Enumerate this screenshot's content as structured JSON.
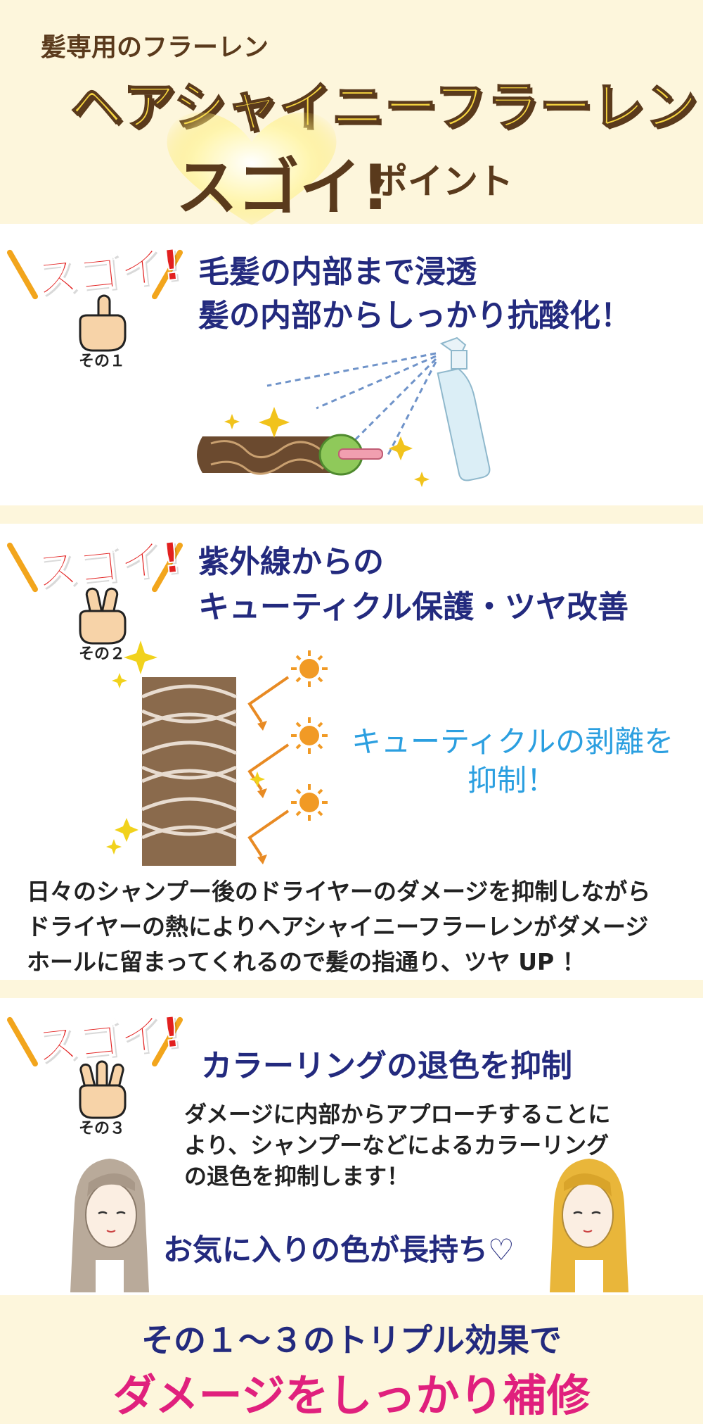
{
  "header": {
    "subtitle": "髪専用のフラーレン",
    "title": "ヘアシャイニーフラーレン",
    "sugoi": "スゴイ!",
    "point": "ポイント"
  },
  "sections": [
    {
      "badge": "スゴイ!",
      "number": "その１",
      "heading": [
        "毛髪の内部まで浸透",
        "髪の内部からしっかり抗酸化！"
      ]
    },
    {
      "badge": "スゴイ!",
      "number": "その２",
      "heading": [
        "紫外線からの",
        "キューティクル保護・ツヤ改善"
      ],
      "callout": [
        "キューティクルの剥離を",
        "抑制！"
      ],
      "body": [
        "日々のシャンプー後のドライヤーのダメージを抑制しながら",
        "ドライヤーの熱によりヘアシャイニーフラーレンがダメージ",
        "ホールに留まってくれるので髪の指通り、ツヤ UP ！"
      ]
    },
    {
      "badge": "スゴイ!",
      "number": "その３",
      "heading": [
        "カラーリングの退色を抑制"
      ],
      "body": [
        "ダメージに内部からアプローチすることに",
        "より、シャンプーなどによるカラーリング",
        "の退色を抑制します！"
      ],
      "favorite": "お気に入りの色が長持ち♡"
    }
  ],
  "footer": {
    "line1": "その１〜３のトリプル効果で",
    "line2": "ダメージをしっかり補修"
  },
  "colors": {
    "cream": "#fdf6dc",
    "navy": "#232a7e",
    "badge_red": "#e2201f",
    "gold": "#f7d640",
    "brown": "#5a3a1c",
    "magenta": "#e0207d",
    "sky": "#2b9fe0"
  },
  "icons": [
    "heart-glow-icon",
    "hand-one-icon",
    "hand-two-icon",
    "hand-three-icon",
    "spray-bottle-icon",
    "hair-strand-icon",
    "sun-icon",
    "sparkle-icon",
    "woman-face-icon"
  ]
}
